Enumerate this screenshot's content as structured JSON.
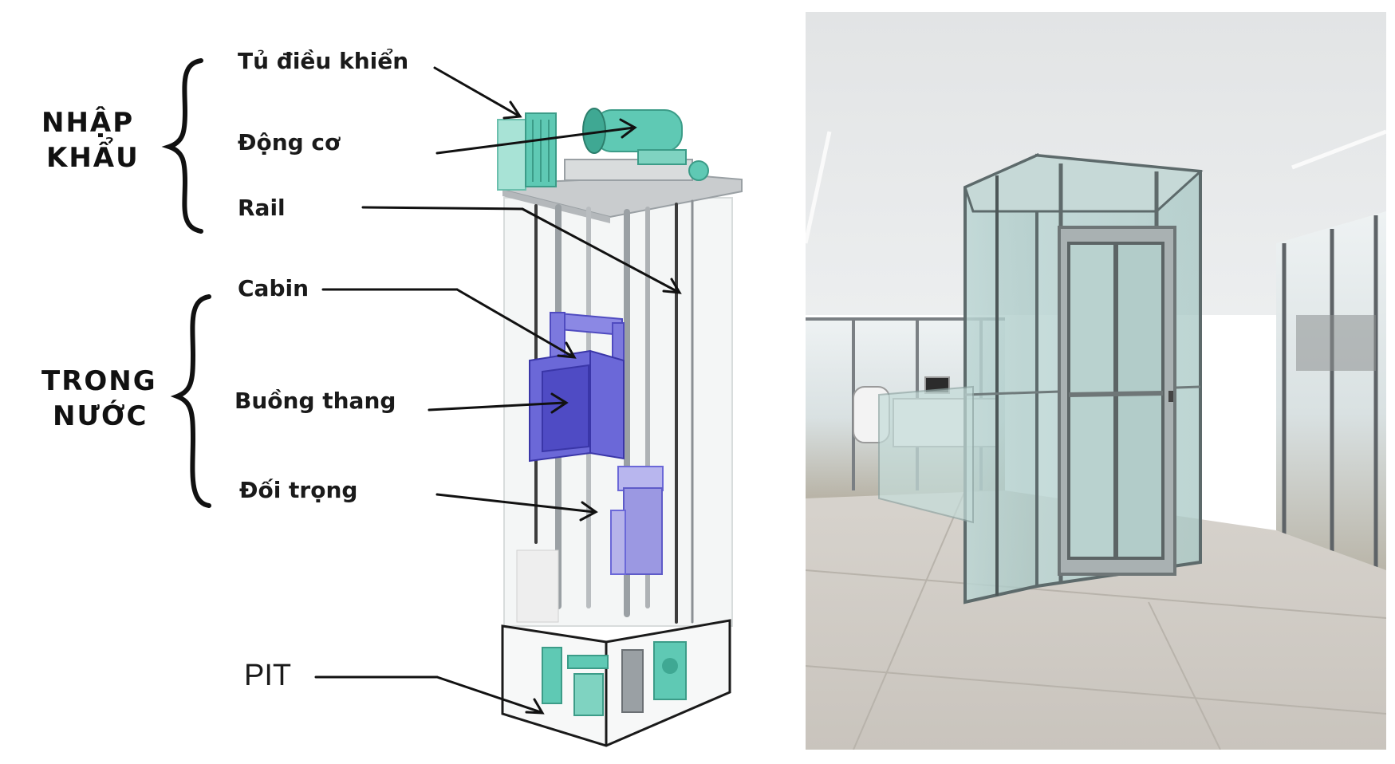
{
  "groups": {
    "imported": {
      "line1": "NHẬP",
      "line2": "KHẨU"
    },
    "domestic": {
      "line1": "TRONG",
      "line2": "NƯỚC"
    }
  },
  "parts": {
    "control_cabinet": "Tủ điều khiển",
    "motor": "Động cơ",
    "rail": "Rail",
    "cabin": "Cabin",
    "car": "Buồng thang",
    "counterweight": "Đối trọng",
    "pit": "PIT"
  },
  "colors": {
    "teal": "#5fc9b4",
    "cabin_blue": "#6b68d8",
    "counterweight_purple": "#9b98e2",
    "steel": "#9aa0a4",
    "glass": "#cfe3e2"
  }
}
